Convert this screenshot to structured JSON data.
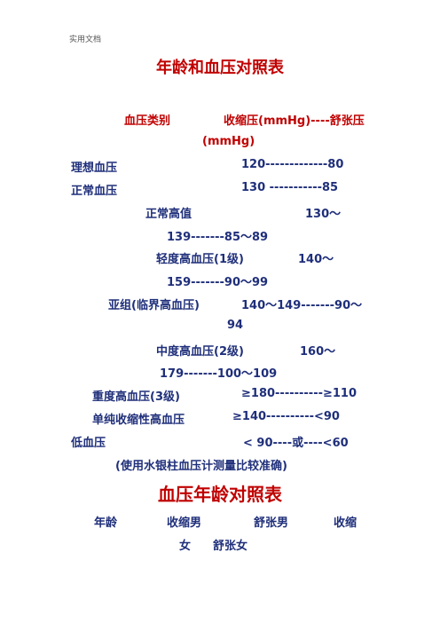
{
  "header": {
    "text": "实用文档"
  },
  "colors": {
    "title": "#c00000",
    "body": "#1f2f7a",
    "header": "#555555",
    "background": "#ffffff"
  },
  "title1": "年龄和血压对照表",
  "col_header": {
    "line1_left": "血压类别",
    "line1_right": "收缩压(mmHg)----舒张压",
    "line2": "(mmHg)"
  },
  "rows": {
    "ideal": {
      "label": "理想血压",
      "value": "120-------------80"
    },
    "normal": {
      "label": "正常血压",
      "value": "130 -----------85"
    },
    "high_normal": {
      "label": "正常高值",
      "value_a": "130～",
      "value_b": "139-------85～89"
    },
    "mild": {
      "label": "轻度高血压(1级)",
      "value_a": "140～",
      "value_b": "159-------90～99"
    },
    "subgroup": {
      "label": "亚组(临界高血压)",
      "value_a": "140～149-------90～",
      "value_b": "94"
    },
    "moderate": {
      "label": "中度高血压(2级)",
      "value_a": "160～",
      "value_b": "179-------100～109"
    },
    "severe": {
      "label": "重度高血压(3级)",
      "value": "≥180----------≥110"
    },
    "isolated": {
      "label": "单纯收缩性高血压",
      "value": "≥140----------<90"
    },
    "low": {
      "label": "低血压",
      "value": "< 90----或----<60"
    }
  },
  "note": "(使用水银柱血压计测量比较准确)",
  "title2": "血压年龄对照表",
  "table2": {
    "h1": "年龄",
    "h2": "收缩男",
    "h3": "舒张男",
    "h4": "收缩",
    "h5": "女",
    "h6": "舒张女"
  }
}
